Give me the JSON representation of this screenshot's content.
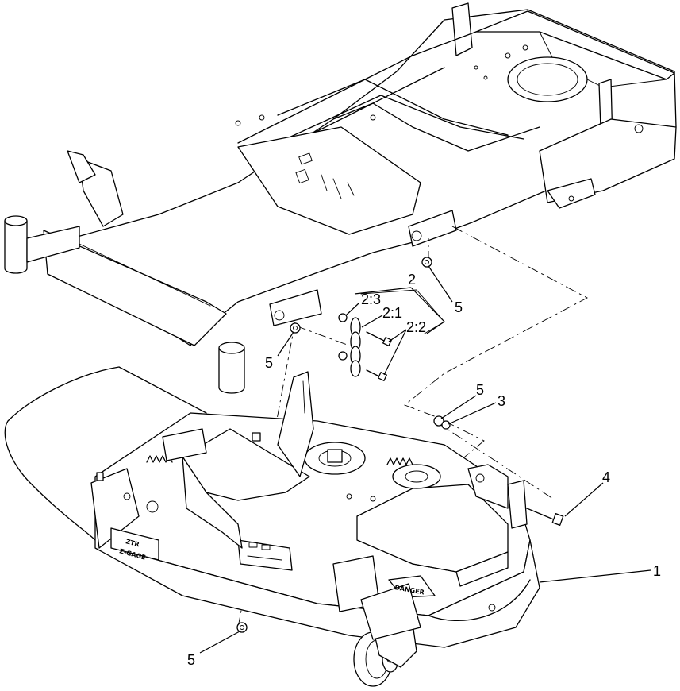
{
  "callouts": {
    "c1": "1",
    "c2": "2",
    "c2_1": "2:1",
    "c2_2": "2:2",
    "c2_3": "2:3",
    "c3": "3",
    "c4": "4",
    "c5a": "5",
    "c5b": "5",
    "c5c": "5",
    "c5d": "5"
  },
  "decals": {
    "brand_top": "ZTR",
    "brand_bottom": "Z-GAGE",
    "warning": "DANGER"
  }
}
